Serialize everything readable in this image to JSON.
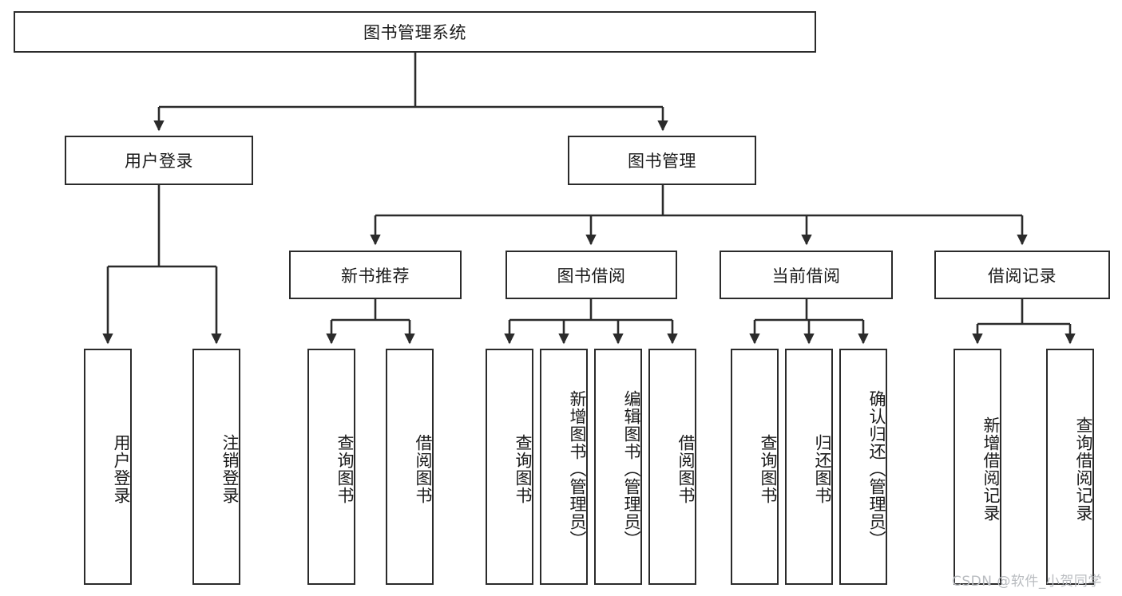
{
  "diagram": {
    "title": "图书管理系统",
    "type": "hierarchy-tree",
    "watermark": "CSDN @软件_小贺同学",
    "colors": {
      "stroke": "#2b2b2b",
      "fill": "#ffffff",
      "text": "#1a1a1a",
      "watermark": "#b9bcc0"
    },
    "levels": {
      "root": {
        "label": "图书管理系统"
      },
      "level2": [
        {
          "label": "用户登录"
        },
        {
          "label": "图书管理"
        }
      ],
      "level3": [
        {
          "label": "新书推荐"
        },
        {
          "label": "图书借阅"
        },
        {
          "label": "当前借阅"
        },
        {
          "label": "借阅记录"
        }
      ],
      "leaves": {
        "user_login": [
          {
            "label": "用户登录"
          },
          {
            "label": "注销登录"
          }
        ],
        "new_book_recommend": [
          {
            "label": "查询图书"
          },
          {
            "label": "借阅图书"
          }
        ],
        "book_borrow": [
          {
            "label": "查询图书"
          },
          {
            "label": "新增图书（管理员）"
          },
          {
            "label": "编辑图书（管理员）"
          },
          {
            "label": "借阅图书"
          }
        ],
        "current_borrow": [
          {
            "label": "查询图书"
          },
          {
            "label": "归还图书"
          },
          {
            "label": "确认归还（管理员）"
          }
        ],
        "borrow_record": [
          {
            "label": "新增借阅记录"
          },
          {
            "label": "查询借阅记录"
          }
        ]
      }
    }
  }
}
